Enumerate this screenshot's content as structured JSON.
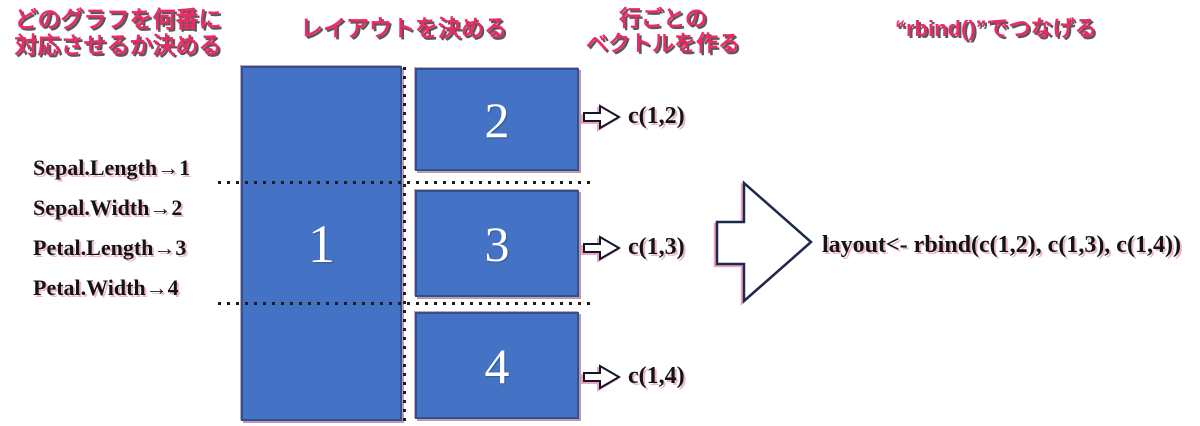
{
  "headers": {
    "assign": "どのグラフを何番に\n対応させるか決める",
    "layout": "レイアウトを決める",
    "vectors": "行ごとの\nベクトルを作る",
    "rbind": "“rbind()”でつなげる"
  },
  "mappings": [
    "Sepal.Length→1",
    "Sepal.Width→2",
    "Petal.Length→3",
    "Petal.Width→4"
  ],
  "layout_panel": {
    "big_box_label": "1",
    "row_boxes": [
      "2",
      "3",
      "4"
    ]
  },
  "vector_labels": [
    "c(1,2)",
    "c(1,3)",
    "c(1,4)"
  ],
  "result_code": "layout<- rbind(c(1,2), c(1,3), c(1,4))",
  "icons": {
    "small_arrow": "right-block-arrow",
    "big_arrow": "big-right-block-arrow"
  },
  "colors": {
    "box-fill": "#4472C4",
    "box-border": "#2F528F",
    "pink": "#ED2A66",
    "text-dark": "#141414"
  }
}
